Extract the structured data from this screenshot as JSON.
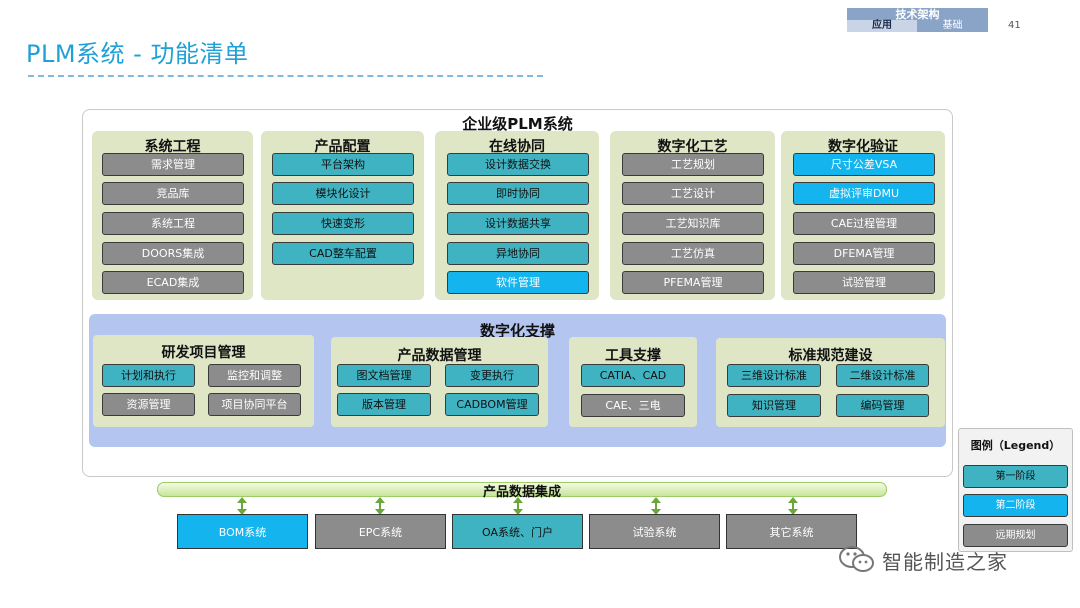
{
  "header": {
    "title": "PLM系统 - 功能清单",
    "page_number": "41",
    "tabs": {
      "top": "技术架构",
      "left": "应用",
      "right": "基础"
    }
  },
  "enterprise": {
    "title": "企业级PLM系统",
    "groups": [
      {
        "title": "系统工程",
        "items": [
          {
            "label": "需求管理",
            "stage": "gray"
          },
          {
            "label": "竞品库",
            "stage": "gray"
          },
          {
            "label": "系统工程",
            "stage": "gray"
          },
          {
            "label": "DOORS集成",
            "stage": "gray"
          },
          {
            "label": "ECAD集成",
            "stage": "gray"
          }
        ]
      },
      {
        "title": "产品配置",
        "items": [
          {
            "label": "平台架构",
            "stage": "teal"
          },
          {
            "label": "模块化设计",
            "stage": "teal"
          },
          {
            "label": "快速变形",
            "stage": "teal"
          },
          {
            "label": "CAD整车配置",
            "stage": "teal"
          }
        ]
      },
      {
        "title": "在线协同",
        "items": [
          {
            "label": "设计数据交换",
            "stage": "teal"
          },
          {
            "label": "即时协同",
            "stage": "teal"
          },
          {
            "label": "设计数据共享",
            "stage": "teal"
          },
          {
            "label": "异地协同",
            "stage": "teal"
          },
          {
            "label": "软件管理",
            "stage": "blue"
          }
        ]
      },
      {
        "title": "数字化工艺",
        "items": [
          {
            "label": "工艺规划",
            "stage": "gray"
          },
          {
            "label": "工艺设计",
            "stage": "gray"
          },
          {
            "label": "工艺知识库",
            "stage": "gray"
          },
          {
            "label": "工艺仿真",
            "stage": "gray"
          },
          {
            "label": "PFEMA管理",
            "stage": "gray"
          }
        ]
      },
      {
        "title": "数字化验证",
        "items": [
          {
            "label": "尺寸公差VSA",
            "stage": "blue"
          },
          {
            "label": "虚拟评审DMU",
            "stage": "blue"
          },
          {
            "label": "CAE过程管理",
            "stage": "gray"
          },
          {
            "label": "DFEMA管理",
            "stage": "gray"
          },
          {
            "label": "试验管理",
            "stage": "gray"
          }
        ]
      }
    ]
  },
  "support": {
    "title": "数字化支撑",
    "groups": [
      {
        "title": "研发项目管理",
        "items": [
          {
            "label": "计划和执行",
            "stage": "teal"
          },
          {
            "label": "监控和调整",
            "stage": "gray"
          },
          {
            "label": "资源管理",
            "stage": "gray"
          },
          {
            "label": "项目协同平台",
            "stage": "gray"
          }
        ]
      },
      {
        "title": "产品数据管理",
        "items": [
          {
            "label": "图文档管理",
            "stage": "teal"
          },
          {
            "label": "变更执行",
            "stage": "teal"
          },
          {
            "label": "版本管理",
            "stage": "teal"
          },
          {
            "label": "CADBOM管理",
            "stage": "teal"
          }
        ]
      },
      {
        "title": "工具支撑",
        "items": [
          {
            "label": "CATIA、CAD",
            "stage": "teal"
          },
          {
            "label": "CAE、三电",
            "stage": "gray"
          }
        ]
      },
      {
        "title": "标准规范建设",
        "items": [
          {
            "label": "三维设计标准",
            "stage": "teal"
          },
          {
            "label": "二维设计标准",
            "stage": "teal"
          },
          {
            "label": "知识管理",
            "stage": "teal"
          },
          {
            "label": "编码管理",
            "stage": "teal"
          }
        ]
      }
    ]
  },
  "integration": {
    "title": "产品数据集成",
    "systems": [
      {
        "label": "BOM系统",
        "stage": "blue"
      },
      {
        "label": "EPC系统",
        "stage": "gray"
      },
      {
        "label": "OA系统、门户",
        "stage": "teal"
      },
      {
        "label": "试验系统",
        "stage": "gray"
      },
      {
        "label": "其它系统",
        "stage": "gray"
      }
    ]
  },
  "legend": {
    "title": "图例（Legend）",
    "items": [
      {
        "label": "第一阶段",
        "stage": "teal"
      },
      {
        "label": "第二阶段",
        "stage": "blue"
      },
      {
        "label": "远期规划",
        "stage": "gray"
      }
    ]
  },
  "watermark": {
    "text": "智能制造之家",
    "icon": "wechat-icon"
  },
  "colors": {
    "gray": "#8c8c8c",
    "teal": "#3fb3c2",
    "blue": "#14b4ee",
    "title": "#1fa0d6"
  }
}
